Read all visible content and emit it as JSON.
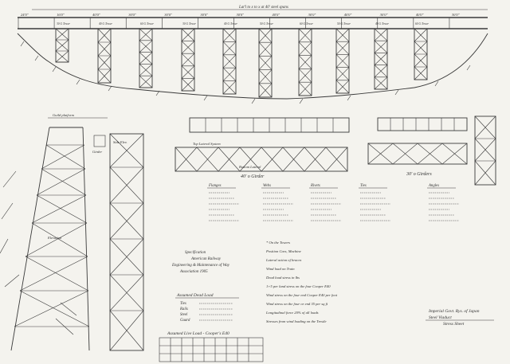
{
  "elevation": {
    "top_note": "Lat'l to x to x at 40' steel spans",
    "span_dims": [
      "24'0\"",
      "16'0\"",
      "40'0\"",
      "30'0\"",
      "30'0\"",
      "30'0\"",
      "30'0\"",
      "40'0\"",
      "30'0\"",
      "40'0\"",
      "30'0\"",
      "40'0\"",
      "30'0\""
    ],
    "tower_labels": [
      "30 G Tower",
      "40 G Tower",
      "60 G Tower",
      "30 G Tower",
      "40 G Tower",
      "50 G Tower",
      "60 G Tower",
      "50 G Tower",
      "40 G Tower",
      "60 G Tower"
    ]
  },
  "tower_detail": {
    "label_top": "Guild platform",
    "label_a": "Elevation",
    "label_b": "Side Elev.",
    "label_c": "Girder"
  },
  "girder_40": {
    "plan_label": "Top Lateral System",
    "title": "40' o Girder",
    "bottom_label": "Bottom Lateral"
  },
  "girder_30": {
    "title": "30' o Girders"
  },
  "stress_blocks": [
    "Flanges",
    "Webs",
    "Rivets",
    "Ties",
    "Angles"
  ],
  "spec": {
    "line1": "Specification",
    "line2": "American Railway",
    "line3": "Engineering & Maintenance of Way",
    "line4": "Association 1905"
  },
  "dead_load": {
    "title": "Assumed Dead Load",
    "rows": [
      "Ties",
      "Rails",
      "Steel",
      "Guard"
    ]
  },
  "live_load": {
    "title": "Assumed Live Load - Cooper's E40"
  },
  "notes": [
    "* On the Towers",
    "Position Cars, Machine",
    "Lateral action of braces",
    "Wind load on Train",
    "Dead load stress in lbs",
    "1+5 per land stress on the four Cooper E40",
    "Wind stress on the four end Cooper E40 per foot",
    "Wind stress on the four or end 35 per sq ft",
    "Longitudinal force 20% of all loads",
    "Stresses from wind loading on the Trestle"
  ],
  "title_block": {
    "line1": "Imperial Govt. Rys. of Japan",
    "line2": "Steel Viaduct",
    "line3": "Stress Sheet"
  }
}
